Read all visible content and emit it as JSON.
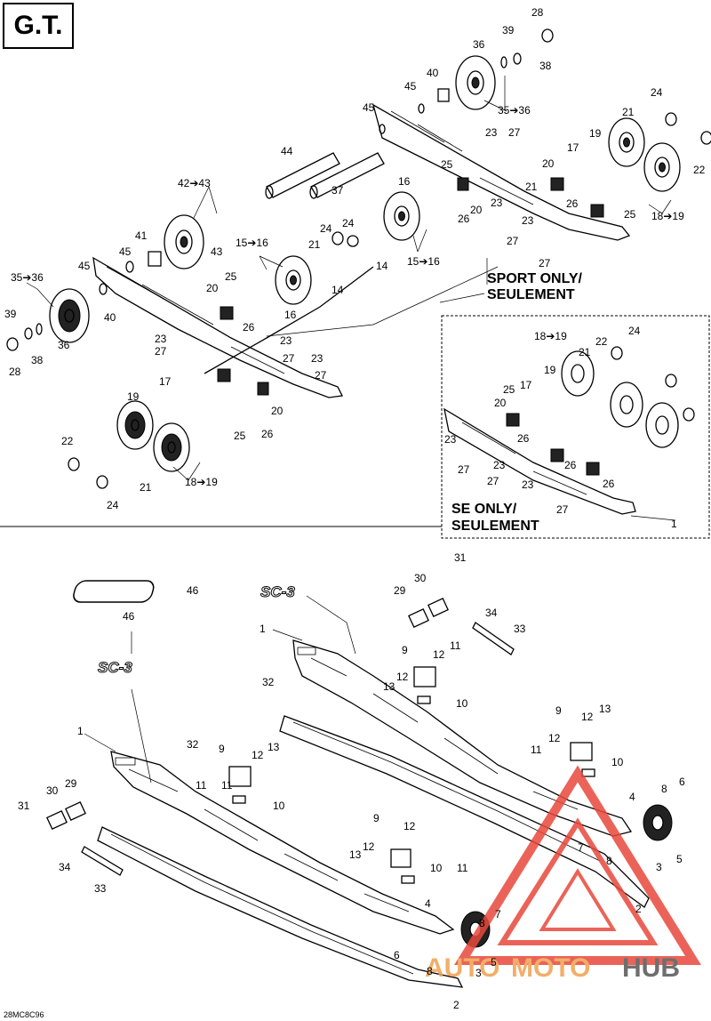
{
  "header": {
    "model_tag": "G.T."
  },
  "notes": {
    "sport_line1": "SPORT ONLY/",
    "sport_line2": "SEULEMENT",
    "se_line1": "SE ONLY/",
    "se_line2": "SEULEMENT"
  },
  "decal_text": "SC-3",
  "ref_code": "28MC8C96",
  "watermark": {
    "auto": "AUTO",
    "moto": "MOTO",
    "hub": "HUB",
    "red": "#e8483c",
    "orange": "#f0a050",
    "grey": "#555555"
  },
  "labels": [
    {
      "id": "l28a",
      "text": "28"
    },
    {
      "id": "l39a",
      "text": "39"
    },
    {
      "id": "l36a",
      "text": "36"
    },
    {
      "id": "l38a",
      "text": "38"
    },
    {
      "id": "l40a",
      "text": "40"
    },
    {
      "id": "l45a",
      "text": "45"
    },
    {
      "id": "l3536a",
      "text": "35➔36"
    },
    {
      "id": "l45b",
      "text": "45"
    },
    {
      "id": "l44",
      "text": "44"
    },
    {
      "id": "l24a",
      "text": "24"
    },
    {
      "id": "l21a",
      "text": "21"
    },
    {
      "id": "l19a",
      "text": "19"
    },
    {
      "id": "l23a",
      "text": "23"
    },
    {
      "id": "l27a",
      "text": "27"
    },
    {
      "id": "l17a",
      "text": "17"
    },
    {
      "id": "l22a",
      "text": "22"
    },
    {
      "id": "l20a",
      "text": "20"
    },
    {
      "id": "l25a",
      "text": "25"
    },
    {
      "id": "l16a",
      "text": "16"
    },
    {
      "id": "l4243",
      "text": "42➔43"
    },
    {
      "id": "l37",
      "text": "37"
    },
    {
      "id": "l21b",
      "text": "21"
    },
    {
      "id": "l26a",
      "text": "26"
    },
    {
      "id": "l20b",
      "text": "20"
    },
    {
      "id": "l26b",
      "text": "26"
    },
    {
      "id": "l23b",
      "text": "23"
    },
    {
      "id": "l25b",
      "text": "25"
    },
    {
      "id": "l1819a",
      "text": "18➔19"
    },
    {
      "id": "l41",
      "text": "41"
    },
    {
      "id": "l43",
      "text": "43"
    },
    {
      "id": "l24b",
      "text": "24"
    },
    {
      "id": "l27b",
      "text": "27"
    },
    {
      "id": "l23c",
      "text": "23"
    },
    {
      "id": "l45c",
      "text": "45"
    },
    {
      "id": "l1516a",
      "text": "15➔16"
    },
    {
      "id": "l21c",
      "text": "21"
    },
    {
      "id": "l14a",
      "text": "14"
    },
    {
      "id": "l1516b",
      "text": "15➔16"
    },
    {
      "id": "l27c",
      "text": "27"
    },
    {
      "id": "l3536b",
      "text": "35➔36"
    },
    {
      "id": "l45d",
      "text": "45"
    },
    {
      "id": "l24c",
      "text": "24"
    },
    {
      "id": "l14b",
      "text": "14"
    },
    {
      "id": "l25c",
      "text": "25"
    },
    {
      "id": "l20c",
      "text": "20"
    },
    {
      "id": "l40b",
      "text": "40"
    },
    {
      "id": "l16b",
      "text": "16"
    },
    {
      "id": "l26c",
      "text": "26"
    },
    {
      "id": "l39b",
      "text": "39"
    },
    {
      "id": "l36b",
      "text": "36"
    },
    {
      "id": "l28b",
      "text": "28"
    },
    {
      "id": "l38b",
      "text": "38"
    },
    {
      "id": "l23d",
      "text": "23"
    },
    {
      "id": "l27d",
      "text": "27"
    },
    {
      "id": "l23e",
      "text": "23"
    },
    {
      "id": "l27e",
      "text": "27"
    },
    {
      "id": "l23f",
      "text": "23"
    },
    {
      "id": "l27f",
      "text": "27"
    },
    {
      "id": "l17b",
      "text": "17"
    },
    {
      "id": "l20d",
      "text": "20"
    },
    {
      "id": "l19b",
      "text": "19"
    },
    {
      "id": "l25d",
      "text": "25"
    },
    {
      "id": "l26d",
      "text": "26"
    },
    {
      "id": "l22b",
      "text": "22"
    },
    {
      "id": "l21d",
      "text": "21"
    },
    {
      "id": "l1819b",
      "text": "18➔19"
    },
    {
      "id": "l24d",
      "text": "24"
    },
    {
      "id": "l1819c",
      "text": "18➔19"
    },
    {
      "id": "l24e",
      "text": "24"
    },
    {
      "id": "l22c",
      "text": "22"
    },
    {
      "id": "l21e",
      "text": "21"
    },
    {
      "id": "l19c",
      "text": "19"
    },
    {
      "id": "l25e",
      "text": "25"
    },
    {
      "id": "l17c",
      "text": "17"
    },
    {
      "id": "l20e",
      "text": "20"
    },
    {
      "id": "l26e",
      "text": "26"
    },
    {
      "id": "l23g",
      "text": "23"
    },
    {
      "id": "l27g",
      "text": "27"
    },
    {
      "id": "l23h",
      "text": "23"
    },
    {
      "id": "l27h",
      "text": "27"
    },
    {
      "id": "l23i",
      "text": "23"
    },
    {
      "id": "l26f",
      "text": "26"
    },
    {
      "id": "l26g",
      "text": "26"
    },
    {
      "id": "l27i",
      "text": "27"
    },
    {
      "id": "l1a",
      "text": "1"
    },
    {
      "id": "l31a",
      "text": "31"
    },
    {
      "id": "l46a",
      "text": "46"
    },
    {
      "id": "l30a",
      "text": "30"
    },
    {
      "id": "l29a",
      "text": "29"
    },
    {
      "id": "l34a",
      "text": "34"
    },
    {
      "id": "l33a",
      "text": "33"
    },
    {
      "id": "l1b",
      "text": "1"
    },
    {
      "id": "l46b",
      "text": "46"
    },
    {
      "id": "l9a",
      "text": "9"
    },
    {
      "id": "l11a",
      "text": "11"
    },
    {
      "id": "l12a",
      "text": "12"
    },
    {
      "id": "l32a",
      "text": "32"
    },
    {
      "id": "l13a",
      "text": "13"
    },
    {
      "id": "l12b",
      "text": "12"
    },
    {
      "id": "l10a",
      "text": "10"
    },
    {
      "id": "l9b",
      "text": "9"
    },
    {
      "id": "l12c",
      "text": "12"
    },
    {
      "id": "l13b",
      "text": "13"
    },
    {
      "id": "l1c",
      "text": "1"
    },
    {
      "id": "l32b",
      "text": "32"
    },
    {
      "id": "l12d",
      "text": "12"
    },
    {
      "id": "l9c",
      "text": "9"
    },
    {
      "id": "l13c",
      "text": "13"
    },
    {
      "id": "l11b",
      "text": "11"
    },
    {
      "id": "l12e",
      "text": "12"
    },
    {
      "id": "l10b",
      "text": "10"
    },
    {
      "id": "l11c",
      "text": "11"
    },
    {
      "id": "l4a",
      "text": "4"
    },
    {
      "id": "l8a",
      "text": "8"
    },
    {
      "id": "l6a",
      "text": "6"
    },
    {
      "id": "l30b",
      "text": "30"
    },
    {
      "id": "l29b",
      "text": "29"
    },
    {
      "id": "l11d",
      "text": "11"
    },
    {
      "id": "l10c",
      "text": "10"
    },
    {
      "id": "l31b",
      "text": "31"
    },
    {
      "id": "l9d",
      "text": "9"
    },
    {
      "id": "l12f",
      "text": "12"
    },
    {
      "id": "l34b",
      "text": "34"
    },
    {
      "id": "l13d",
      "text": "13"
    },
    {
      "id": "l12g",
      "text": "12"
    },
    {
      "id": "l11e",
      "text": "11"
    },
    {
      "id": "l10d",
      "text": "10"
    },
    {
      "id": "l7a",
      "text": "7"
    },
    {
      "id": "l8b",
      "text": "8"
    },
    {
      "id": "l3a",
      "text": "3"
    },
    {
      "id": "l5a",
      "text": "5"
    },
    {
      "id": "l33b",
      "text": "33"
    },
    {
      "id": "l2a",
      "text": "2"
    },
    {
      "id": "l4b",
      "text": "4"
    },
    {
      "id": "l8c",
      "text": "8"
    },
    {
      "id": "l7b",
      "text": "7"
    },
    {
      "id": "l5b",
      "text": "5"
    },
    {
      "id": "l6b",
      "text": "6"
    },
    {
      "id": "l8d",
      "text": "8"
    },
    {
      "id": "l3b",
      "text": "3"
    },
    {
      "id": "l2b",
      "text": "2"
    }
  ]
}
